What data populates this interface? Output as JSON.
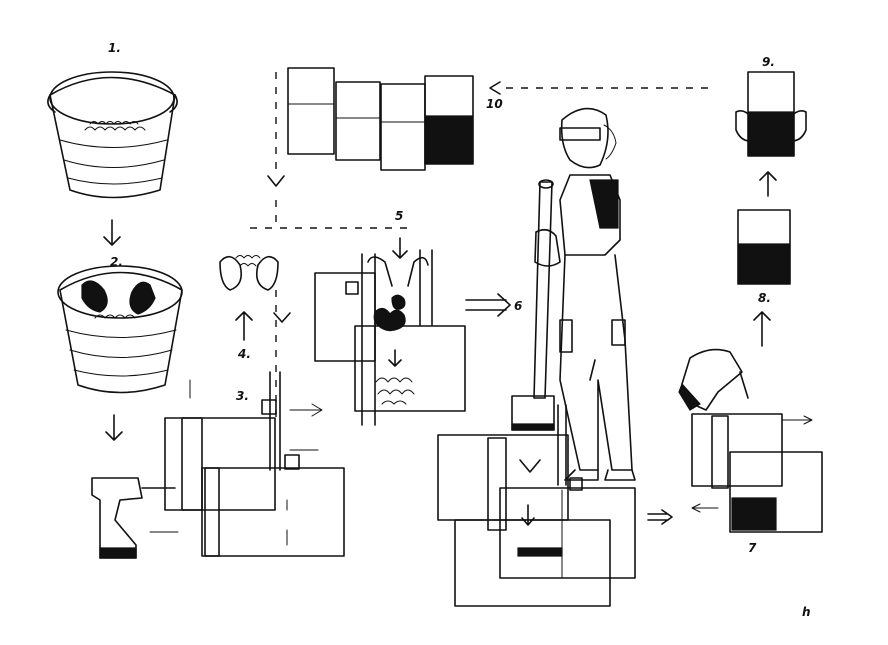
{
  "steps": {
    "s1": "1.",
    "s2": "2.",
    "s3": "3.",
    "s4": "4.",
    "s5": "5",
    "s6": "6",
    "s7": "7",
    "s8": "8.",
    "s9": "9.",
    "s10": "10"
  },
  "signature": "h"
}
